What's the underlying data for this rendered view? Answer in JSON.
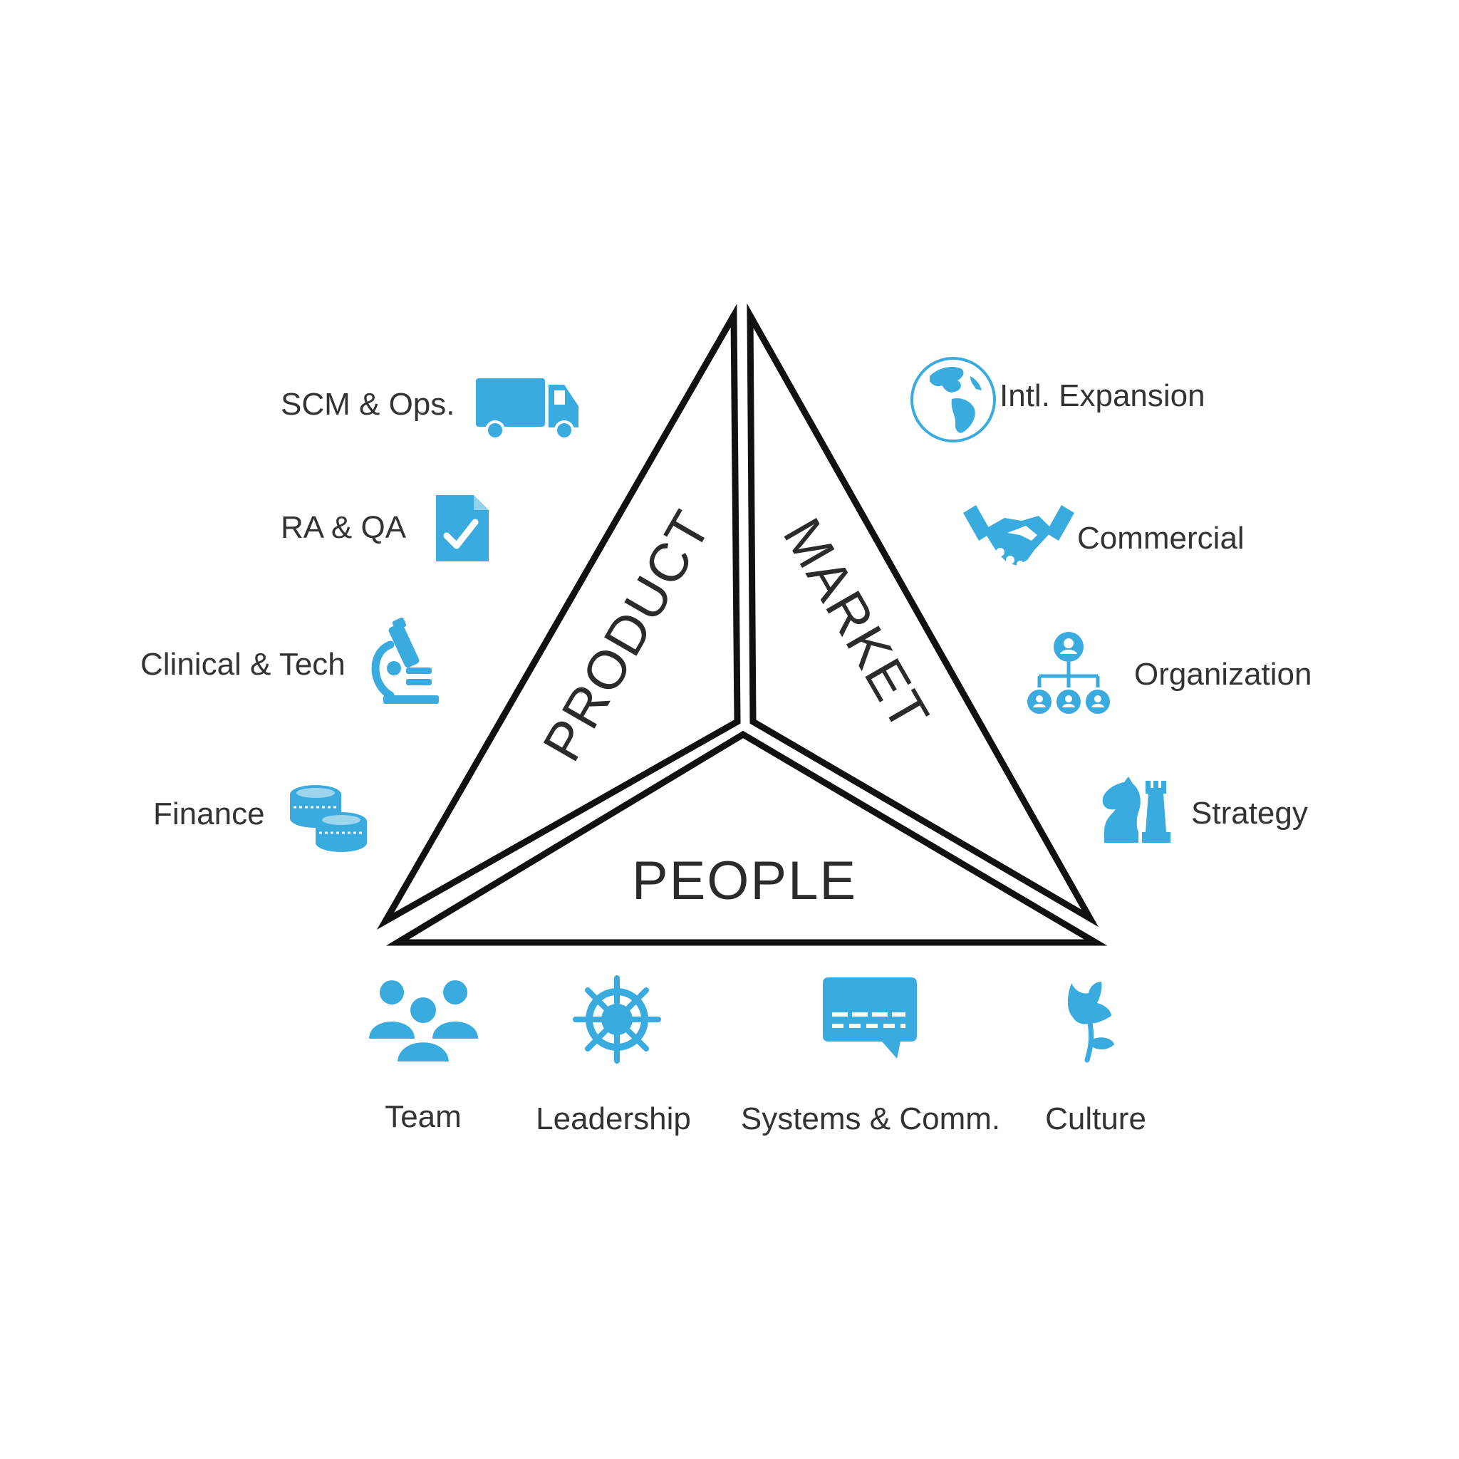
{
  "sections": {
    "product": "PRODUCT",
    "market": "MARKET",
    "people": "PEOPLE"
  },
  "product_items": [
    {
      "label": "SCM & Ops.",
      "icon": "truck-icon"
    },
    {
      "label": "RA & QA",
      "icon": "checked-document-icon"
    },
    {
      "label": "Clinical & Tech",
      "icon": "microscope-icon"
    },
    {
      "label": "Finance",
      "icon": "coins-icon"
    }
  ],
  "market_items": [
    {
      "label": "Intl. Expansion",
      "icon": "globe-icon"
    },
    {
      "label": "Commercial",
      "icon": "handshake-icon"
    },
    {
      "label": "Organization",
      "icon": "org-chart-icon"
    },
    {
      "label": "Strategy",
      "icon": "chess-pieces-icon"
    }
  ],
  "people_items": [
    {
      "label": "Team",
      "icon": "team-icon"
    },
    {
      "label": "Leadership",
      "icon": "ship-wheel-icon"
    },
    {
      "label": "Systems & Comm.",
      "icon": "chat-bubble-icon"
    },
    {
      "label": "Culture",
      "icon": "flower-icon"
    }
  ],
  "colors": {
    "icon": "#3aabdf",
    "outline": "#111111",
    "text": "#333333"
  }
}
